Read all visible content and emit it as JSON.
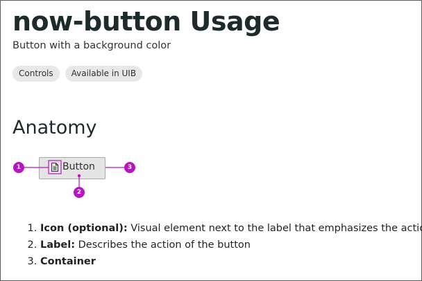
{
  "page": {
    "title": "now-button Usage",
    "subtitle": "Button with a background color",
    "tags": [
      "Controls",
      "Available in UIB"
    ]
  },
  "anatomy": {
    "heading": "Anatomy",
    "demo_button_label": "Button",
    "markers": [
      "1",
      "2",
      "3"
    ],
    "accent_color": "#b814c5"
  },
  "list": [
    {
      "term": "Icon (optional):",
      "desc": " Visual element next to the label that emphasizes the action"
    },
    {
      "term": "Label:",
      "desc": " Describes the action of the button"
    },
    {
      "term": "Container",
      "desc": ""
    }
  ]
}
